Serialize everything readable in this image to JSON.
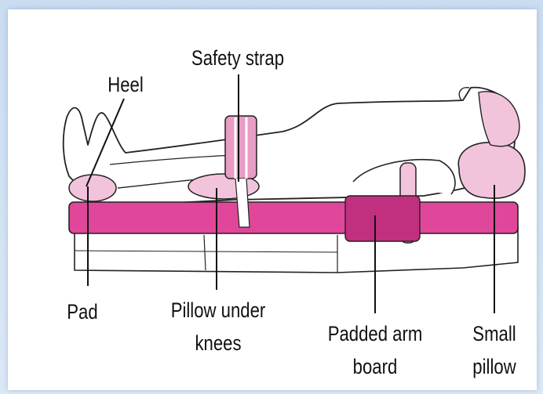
{
  "labels": {
    "safety_strap": "Safety strap",
    "heel": "Heel",
    "pad": "Pad",
    "pillow_under_knees_line1": "Pillow under",
    "pillow_under_knees_line2": "knees",
    "padded_arm_board_line1": "Padded arm",
    "padded_arm_board_line2": "board",
    "small_pillow_line1": "Small",
    "small_pillow_line2": "pillow"
  },
  "colors": {
    "table_pad": "#e0479a",
    "table_pad_dark": "#c0307e",
    "pink_pad_light": "#f2c4dc",
    "pink_pad_mid": "#e99cc4",
    "outline": "#222222",
    "background": "#cfe0f2"
  }
}
